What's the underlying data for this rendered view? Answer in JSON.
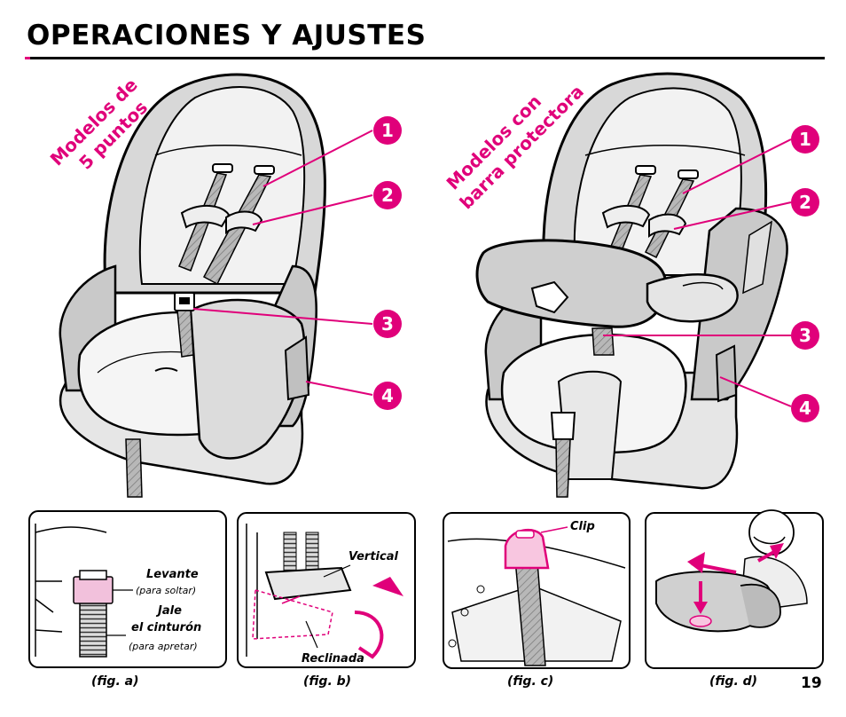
{
  "page": {
    "title": "OPERACIONES Y AJUSTES",
    "page_number": "19"
  },
  "accent_color": "#e0007a",
  "seat_left": {
    "label_line1": "Modelos de",
    "label_line2": "5 puntos",
    "callouts": [
      "1",
      "2",
      "3",
      "4"
    ]
  },
  "seat_right": {
    "label_line1": "Modelos con",
    "label_line2": "barra protectora",
    "callouts": [
      "1",
      "2",
      "3",
      "4"
    ]
  },
  "fig_a": {
    "caption": "(fig. a)",
    "levante": "Levante",
    "para_soltar": "(para soltar)",
    "jale": "Jale",
    "el_cinturon": "el cinturón",
    "para_apretar": "(para apretar)"
  },
  "fig_b": {
    "caption": "(fig. b)",
    "vertical": "Vertical",
    "reclinada": "Reclinada"
  },
  "fig_c": {
    "caption": "(fig. c)",
    "clip": "Clip"
  },
  "fig_d": {
    "caption": "(fig. d)"
  }
}
